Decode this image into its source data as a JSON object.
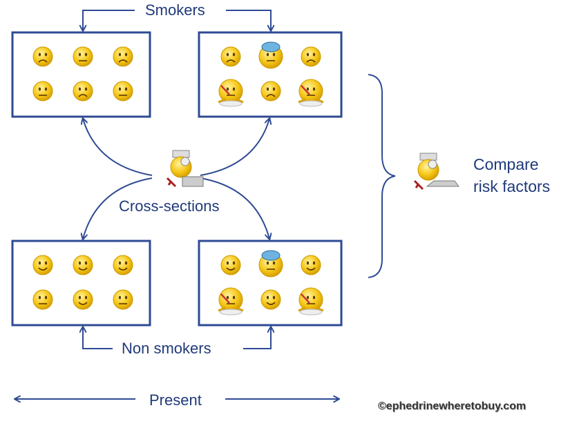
{
  "labels": {
    "smokers": "Smokers",
    "cross_sections": "Cross-sections",
    "non_smokers": "Non smokers",
    "present": "Present",
    "compare_line1": "Compare",
    "compare_line2": "risk factors",
    "credit": "©ephedrinewheretobuy.com"
  },
  "groups": [
    {
      "name": "smokers-healthy",
      "faces": [
        "sad",
        "neutral",
        "sad",
        "neutral",
        "sad",
        "neutral"
      ]
    },
    {
      "name": "smokers-diseased",
      "faces": [
        "sad",
        "sick-icepack",
        "sad",
        "sick-thermometer",
        "sad",
        "sick-thermometer"
      ]
    },
    {
      "name": "nonsmokers-healthy",
      "faces": [
        "smile",
        "smile",
        "smile",
        "neutral",
        "smile",
        "neutral"
      ]
    },
    {
      "name": "nonsmokers-diseased",
      "faces": [
        "smile",
        "sick-icepack",
        "smile",
        "sick-thermometer",
        "smile",
        "sick-thermometer"
      ]
    }
  ],
  "colors": {
    "line": "#2e4a94",
    "face": "#f5c518",
    "face_edge": "#c99a00",
    "text": "#1f3a7a"
  }
}
